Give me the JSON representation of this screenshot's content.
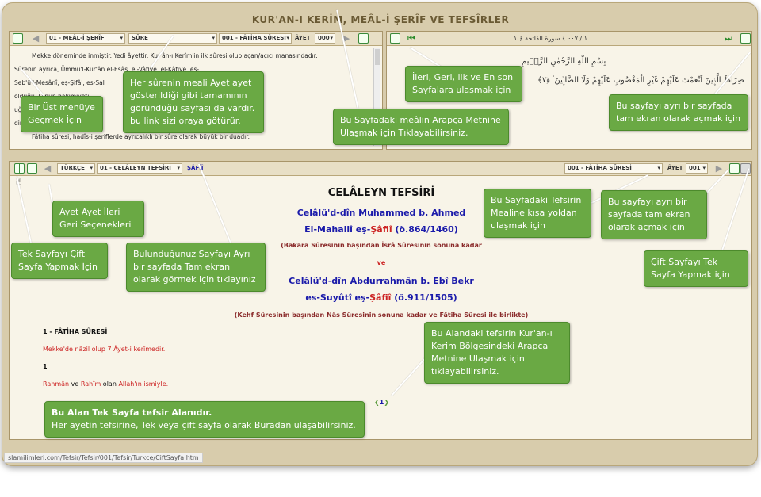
{
  "window": {
    "title": "KUR'AN-I KERİM, MEÂL-İ ŞERÎF VE TEFSÎRLER"
  },
  "top_left": {
    "toolbar": {
      "meal_select": "01 - MEÂL-İ ŞERÎF",
      "sure_label": "SÛRE",
      "sure_select": "001 - FÂTİHA SÛRESİ",
      "ayet_label": "ÂYET",
      "ayet_select": "000"
    },
    "text_lines": [
      "Mekke döneminde inmiştir. Yedi âyettir. Kur'ân-ı Kerîm'in ilk sûresi olup açan/açıcı manasındadır.",
      "Sûrenin ayrıca, Ümmü'l-Kur'ân                         el-Esâs, el-Vâfiye, el-Kâfiye, es-",
      "Seb'ü'l-Mesânî, eş-Şifâ', es-Sal",
      "                                               olduğu, O'nun hakimiyeti",
      "                                        uğrayan ve hak",
      "                                               dir.",
      "Fâtiha sûresi, hadîs-i şeriflerde ayrıcalıklı bir sûre olarak büyük bir duadır."
    ]
  },
  "top_right": {
    "toolbar": {
      "page_indicator": "١ / ٠٠٧ ﴾ سورة الفاتحة ﴿ ١"
    },
    "arabic_lines": [
      "بِسْمِ اللّٰهِ الرَّحْمٰنِ الرَّح۪يمِ",
      "صِرَاطَ الَّذ۪ينَ اَنْعَمْتَ عَلَيْهِمْ غَيْرِ الْمَغْضُوبِ عَلَيْهِمْ وَلَا الضَّٓالّ۪ينَ ۟ ﴿٧﴾"
    ]
  },
  "bottom": {
    "toolbar": {
      "lang_select": "TÜRKÇE",
      "tefsir_select": "01 - CELÂLEYN TEFSİRİ",
      "author_link": "ŞÂFİÎ",
      "sure_select": "001 - FÂTİHA SÛRESİ",
      "ayet_label": "ÂYET",
      "ayet_select": "001"
    },
    "heading": "CELÂLEYN TEFSİRİ",
    "author1_line1": "Celâlü'd-dîn Muhammed b. Ahmed",
    "author1_line2_a": "El-Mahallî eş-",
    "author1_line2_b": "Şâfiî",
    "author1_line2_c": " (ö.864/1460)",
    "author1_note": "(Bakara Sûresinin başından İsrâ Sûresinin sonuna kadar",
    "ve": "ve",
    "author2_line1": "Celâlü'd-dîn Abdurrahmân b. Ebî Bekr",
    "author2_line2_a": "es-Suyûtî eş-",
    "author2_line2_b": "Şâfiî",
    "author2_line2_c": " (ö.911/1505)",
    "author2_note": "(Kehf Sûresinin başından Nâs Sûresinin sonuna kadar ve Fâtiha Sûresi ile birlikte)",
    "sure_title": "1 - FÂTİHA SÛRESİ",
    "sure_info": "Mekke'de nâzil olup 7 Âyet-i kerîmedir.",
    "ayet_no": "1",
    "rahman": "Rahmân",
    "ve_word": " ve ",
    "rahim": "Rahîm",
    "olan": " olan ",
    "allah": "Allah'ın ismiyle.",
    "page_number": "1"
  },
  "callouts": {
    "ust_menu": "Bir Üst menüye Geçmek İçin",
    "meali_ayet": "Her sûrenin meali Ayet ayet gösterildiği gibi tamamının göründüğü sayfası da vardır. bu link sizi oraya götürür.",
    "arapca_metin": "Bu Sayfadaki meâlin Arapça Metnine Ulaşmak için Tıklayabilirsiniz.",
    "ileri_geri": "İleri, Geri, ilk ve En son Sayfalara ulaşmak için",
    "tam_ekran_top": "Bu sayfayı ayrı bir sayfada tam ekran olarak açmak için",
    "ayet_ayet": "Ayet Ayet İleri Geri Seçenekleri",
    "tek_cift": "Tek Sayfayı Çift Sayfa Yapmak İçin",
    "bulundugunuz": "Bulunduğunuz Sayfayı Ayrı bir sayfada Tam ekran olarak görmek için tıklayınız",
    "tefsirin_mealine": "Bu Sayfadaki Tefsirin Mealine kısa yoldan ulaşmak için",
    "tam_ekran_bottom": "Bu sayfayı ayrı bir sayfada tam ekran olarak açmak için",
    "cift_tek": "Çift Sayfayı Tek Sayfa Yapmak için",
    "kuran_bolge": "Bu Alandaki tefsirin Kur'an-ı Kerim Bölgesindeki Arapça Metnine Ulaşmak için tıklayabilirsiniz.",
    "tek_sayfa_title": "Bu Alan Tek Sayfa tefsir Alanıdır.",
    "tek_sayfa_body": "Her ayetin tefsirine, Tek veya çift sayfa olarak Buradan ulaşabilirsiniz."
  },
  "status_url": "slamilimleri.com/Tefsir/Tefsir/001/Tefsir/Turkce/CiftSayfa.htm",
  "colors": {
    "callout": "#6aa944",
    "frame": "#d8ccac",
    "blue_text": "#1a1aaa",
    "red_text": "#cc2222",
    "brown_note": "#8a2a2a"
  },
  "icons": [
    "page-icon",
    "double-page-icon",
    "prev-arrow-icon",
    "next-arrow-icon",
    "first-page-icon",
    "last-page-icon",
    "hand-cursor-icon"
  ]
}
